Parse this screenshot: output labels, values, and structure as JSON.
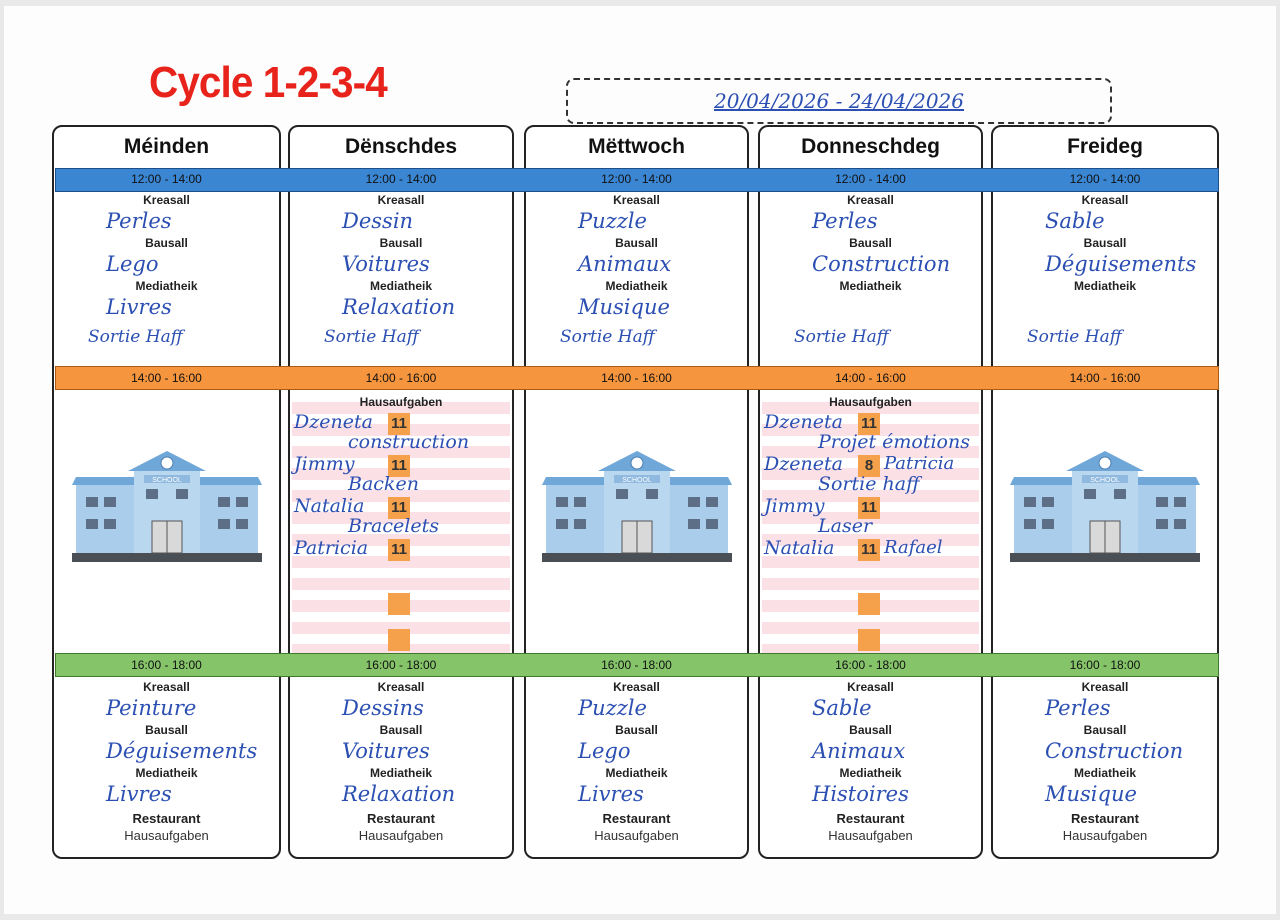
{
  "title": "Cycle 1-2-3-4",
  "date_range": "20/04/2026 - 24/04/2026",
  "colors": {
    "blue": "#3a86d2",
    "orange": "#f5953d",
    "green": "#86c46a",
    "title": "#e8231b",
    "ink": "#2b4fb2"
  },
  "days": [
    {
      "name": "Méinden",
      "slot1": {
        "time": "12:00 - 14:00",
        "rows": [
          {
            "label": "Kreasall",
            "value": "Perles"
          },
          {
            "label": "Bausall",
            "value": "Lego"
          },
          {
            "label": "Mediatheik",
            "value": "Livres"
          }
        ],
        "outing": "Sortie Haff"
      },
      "slot2": {
        "time": "14:00 - 16:00",
        "icon": "school-icon"
      },
      "slot3": {
        "time": "16:00 - 18:00",
        "rows": [
          {
            "label": "Kreasall",
            "value": "Peinture"
          },
          {
            "label": "Bausall",
            "value": "Déguisements"
          },
          {
            "label": "Mediatheik",
            "value": "Livres"
          }
        ],
        "footer": [
          "Restaurant",
          "Hausaufgaben"
        ]
      }
    },
    {
      "name": "Dënschdes",
      "slot1": {
        "time": "12:00 - 14:00",
        "rows": [
          {
            "label": "Kreasall",
            "value": "Dessin"
          },
          {
            "label": "Bausall",
            "value": "Voitures"
          },
          {
            "label": "Mediatheik",
            "value": "Relaxation"
          }
        ],
        "outing": "Sortie Haff"
      },
      "slot2": {
        "time": "14:00 - 16:00",
        "title": "Hausaufgaben",
        "entries": [
          {
            "name": "Dzeneta",
            "num": "11",
            "extra": "",
            "activity": "construction"
          },
          {
            "name": "Jimmy",
            "num": "11",
            "extra": "",
            "activity": "Backen"
          },
          {
            "name": "Natalia",
            "num": "11",
            "extra": "",
            "activity": "Bracelets"
          },
          {
            "name": "Patricia",
            "num": "11",
            "extra": "",
            "activity": ""
          }
        ],
        "empty_slots": 2
      },
      "slot3": {
        "time": "16:00 - 18:00",
        "rows": [
          {
            "label": "Kreasall",
            "value": "Dessins"
          },
          {
            "label": "Bausall",
            "value": "Voitures"
          },
          {
            "label": "Mediatheik",
            "value": "Relaxation"
          }
        ],
        "footer": [
          "Restaurant",
          "Hausaufgaben"
        ]
      }
    },
    {
      "name": "Mëttwoch",
      "slot1": {
        "time": "12:00 - 14:00",
        "rows": [
          {
            "label": "Kreasall",
            "value": "Puzzle"
          },
          {
            "label": "Bausall",
            "value": "Animaux"
          },
          {
            "label": "Mediatheik",
            "value": "Musique"
          }
        ],
        "outing": "Sortie Haff"
      },
      "slot2": {
        "time": "14:00 - 16:00",
        "icon": "school-icon"
      },
      "slot3": {
        "time": "16:00 - 18:00",
        "rows": [
          {
            "label": "Kreasall",
            "value": "Puzzle"
          },
          {
            "label": "Bausall",
            "value": "Lego"
          },
          {
            "label": "Mediatheik",
            "value": "Livres"
          }
        ],
        "footer": [
          "Restaurant",
          "Hausaufgaben"
        ]
      }
    },
    {
      "name": "Donneschdeg",
      "slot1": {
        "time": "12:00 - 14:00",
        "rows": [
          {
            "label": "Kreasall",
            "value": "Perles"
          },
          {
            "label": "Bausall",
            "value": "Construction"
          },
          {
            "label": "Mediatheik",
            "value": ""
          }
        ],
        "outing": "Sortie Haff"
      },
      "slot2": {
        "time": "14:00 - 16:00",
        "title": "Hausaufgaben",
        "entries": [
          {
            "name": "Dzeneta",
            "num": "11",
            "extra": "",
            "activity": "Projet émotions"
          },
          {
            "name": "Dzeneta",
            "num": "8",
            "extra": "Patricia",
            "activity": "Sortie haff"
          },
          {
            "name": "Jimmy",
            "num": "11",
            "extra": "",
            "activity": "Laser"
          },
          {
            "name": "Natalia",
            "num": "11",
            "extra": "Rafael",
            "activity": ""
          }
        ],
        "empty_slots": 2
      },
      "slot3": {
        "time": "16:00 - 18:00",
        "rows": [
          {
            "label": "Kreasall",
            "value": "Sable"
          },
          {
            "label": "Bausall",
            "value": "Animaux"
          },
          {
            "label": "Mediatheik",
            "value": "Histoires"
          }
        ],
        "footer": [
          "Restaurant",
          "Hausaufgaben"
        ]
      }
    },
    {
      "name": "Freideg",
      "slot1": {
        "time": "12:00 - 14:00",
        "rows": [
          {
            "label": "Kreasall",
            "value": "Sable"
          },
          {
            "label": "Bausall",
            "value": "Déguisements"
          },
          {
            "label": "Mediatheik",
            "value": ""
          }
        ],
        "outing": "Sortie Haff"
      },
      "slot2": {
        "time": "14:00 - 16:00",
        "icon": "school-icon"
      },
      "slot3": {
        "time": "16:00 - 18:00",
        "rows": [
          {
            "label": "Kreasall",
            "value": "Perles"
          },
          {
            "label": "Bausall",
            "value": "Construction"
          },
          {
            "label": "Mediatheik",
            "value": "Musique"
          }
        ],
        "footer": [
          "Restaurant",
          "Hausaufgaben"
        ]
      }
    }
  ]
}
